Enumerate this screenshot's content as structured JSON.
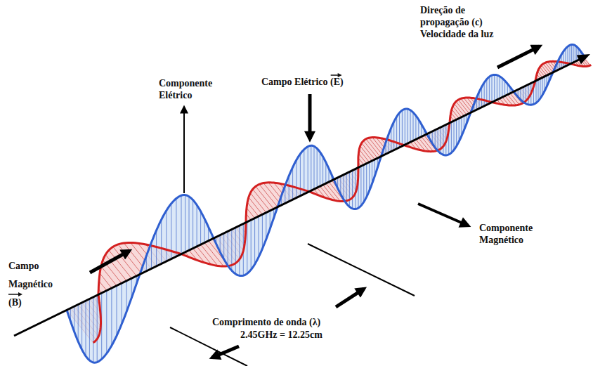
{
  "diagram": {
    "labels": [
      "Direção de propagação (c) Velocidade da luz",
      "Componente Elétrico",
      "Campo Elétrico (E)",
      "Componente Magnético",
      "Campo Magnético (B)",
      "Comprimento de onda (λ)",
      "2.45GHz = 12.25cm"
    ]
  }
}
